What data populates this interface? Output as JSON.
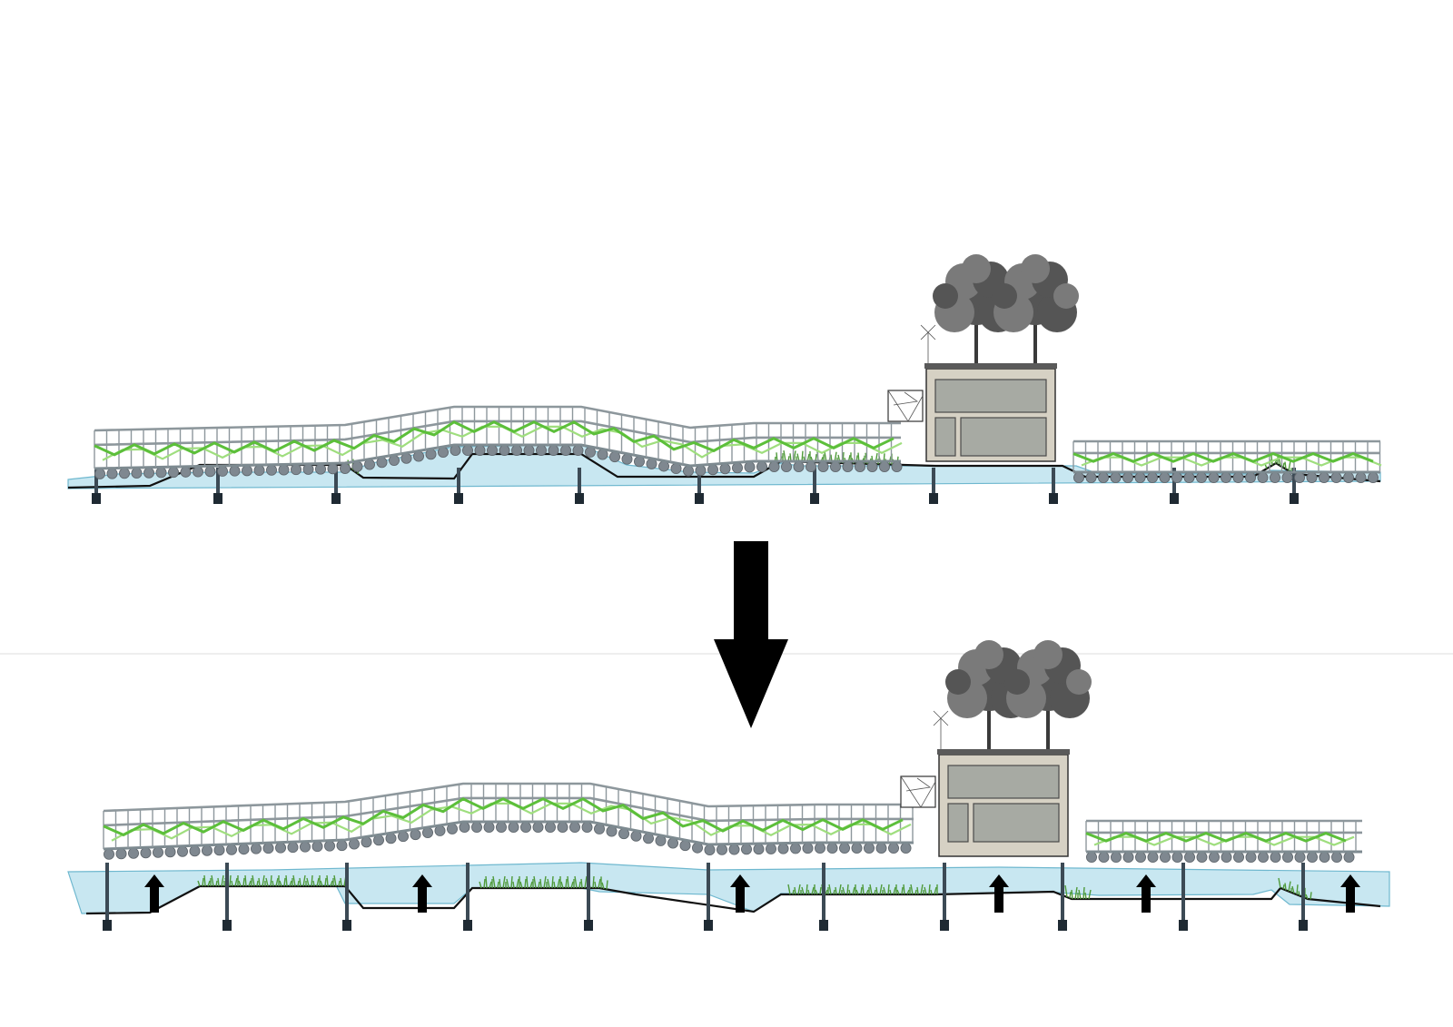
{
  "figure": {
    "panels": [
      {
        "id": "before",
        "state": "normal water level",
        "icon": "floating-boardwalk"
      },
      {
        "id": "after",
        "state": "raised water level",
        "icon": "floating-boardwalk-risen"
      }
    ],
    "transition_icon": "down-arrow",
    "uplift_icon": "up-arrow",
    "colors": {
      "water": "#c8e7f1",
      "railing": "#8d979c",
      "netting": "#5cbf3a",
      "floats": "#7f8890",
      "piles": "#3c4a55",
      "building": "#d6d1c4"
    }
  }
}
